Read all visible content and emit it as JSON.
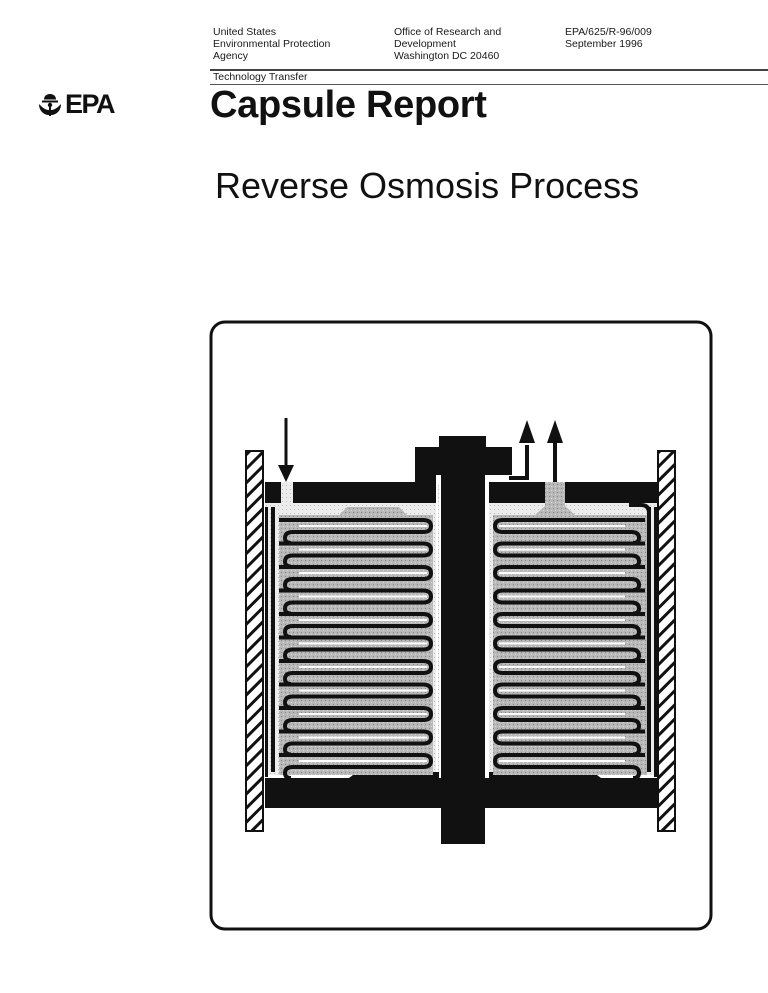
{
  "header": {
    "agency": [
      "United States",
      "Environmental Protection",
      "Agency"
    ],
    "office": [
      "Office of Research and",
      "Development",
      "Washington  DC  20460"
    ],
    "report": [
      "EPA/625/R-96/009",
      "September 1996"
    ],
    "series": "Technology Transfer"
  },
  "logo": {
    "icon": "epa-flower-icon",
    "text": "EPA"
  },
  "title": "Capsule Report",
  "subtitle": "Reverse Osmosis Process",
  "figure": {
    "description": "Cross-section diagram of spiral-wound reverse osmosis membrane module",
    "arrows": {
      "feed_in": "down-arrow",
      "outlets": [
        "up-arrow",
        "up-arrow"
      ]
    }
  }
}
